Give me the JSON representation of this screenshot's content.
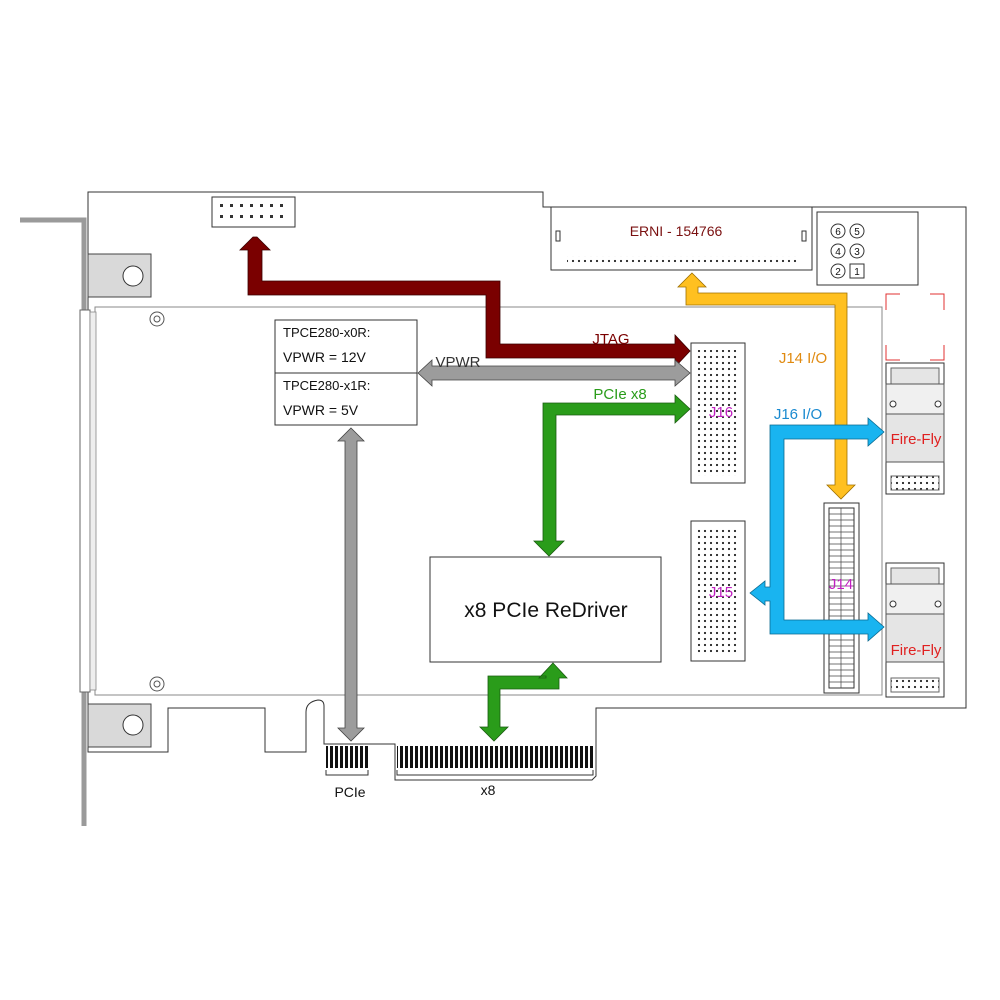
{
  "config_box": {
    "line1": "TPCE280-x0R:",
    "line2": "VPWR = 12V",
    "line3": "TPCE280-x1R:",
    "line4": "VPWR = 5V"
  },
  "connector_erni": {
    "label": "ERNI - 154766"
  },
  "jumper_block": {
    "numbers": [
      "6",
      "5",
      "4",
      "3",
      "2",
      "1"
    ]
  },
  "redriver": {
    "label": "x8 PCIe ReDriver"
  },
  "arrows": {
    "jtag": "JTAG",
    "vpwr": "VPWR",
    "pcie_x8": "PCIe x8",
    "j14_io": "J14 I/O",
    "j16_io": "J16 I/O"
  },
  "connectors": {
    "j16": "J16",
    "j15": "J15",
    "j14": "J14"
  },
  "fireflies": [
    "Fire-Fly",
    "Fire-Fly"
  ],
  "edge": {
    "pcie_label": "PCIe",
    "x8_label": "x8"
  },
  "colors": {
    "jtag": "#7a0000",
    "vpwr": "#9c9c9c",
    "pcie": "#2a9c1a",
    "j14_io": "#ffc020",
    "j16_io": "#19b4f0",
    "j14_label": "#e08a10",
    "j16_label": "#1a8ad0",
    "connector_label": "#c020c0",
    "firefly_label": "#e02020"
  }
}
